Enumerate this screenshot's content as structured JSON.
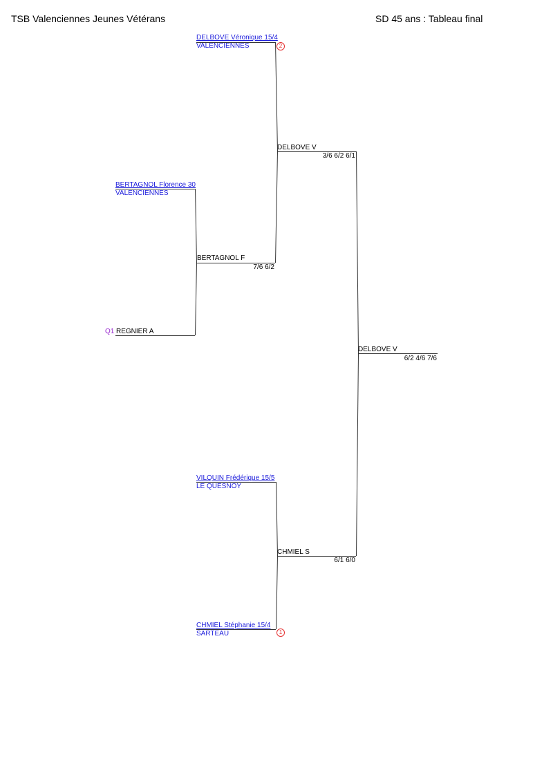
{
  "header": {
    "club": "TSB Valenciennes Jeunes Vétérans",
    "event": "SD 45 ans : Tableau final"
  },
  "players": [
    {
      "name": "DELBOVE Véronique 15/4",
      "club": "VALENCIENNES",
      "seed": "2"
    },
    {
      "name": "BERTAGNOL Florence 30",
      "club": "VALENCIENNES"
    },
    {
      "name": "REGNIER A",
      "tag": "Q1"
    },
    {
      "name": "VILQUIN Frédérique 15/5",
      "club": "LE QUESNOY"
    },
    {
      "name": "CHMIEL Stéphanie 15/4",
      "club": "SARTEAU",
      "seed": "1"
    }
  ],
  "matches": [
    {
      "winner": "BERTAGNOL F",
      "score": "7/6 6/2"
    },
    {
      "winner": "DELBOVE V",
      "score": "3/6 6/2 6/1"
    },
    {
      "winner": "CHMIEL S",
      "score": "6/1 6/0"
    },
    {
      "winner": "DELBOVE V",
      "score": "6/2 4/6 7/6"
    }
  ]
}
